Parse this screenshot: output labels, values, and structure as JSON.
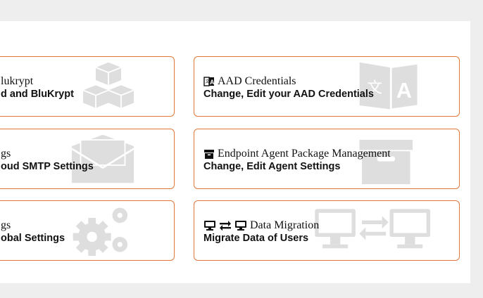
{
  "cards": [
    {
      "title": "lukrypt",
      "subtitle": "d and BluKrypt",
      "bg_icon": "cubes-icon"
    },
    {
      "title": "AAD Credentials",
      "subtitle": "Change, Edit your AAD Credentials",
      "title_icon": "language-icon",
      "bg_icon": "language-icon"
    },
    {
      "title": "gs",
      "subtitle": "oud SMTP Settings",
      "bg_icon": "envelope-open-icon"
    },
    {
      "title": "Endpoint Agent Package Management",
      "subtitle": "Change, Edit Agent Settings",
      "title_icon": "archive-icon",
      "bg_icon": "archive-icon"
    },
    {
      "title": "gs",
      "subtitle": "obal Settings",
      "bg_icon": "cogs-icon"
    },
    {
      "title": "Data Migration",
      "subtitle": "Migrate Data of Users",
      "title_icons": [
        "desktop-icon",
        "exchange-icon",
        "desktop-icon"
      ],
      "bg_icon": "desktop-exchange-desktop-icon"
    }
  ],
  "colors": {
    "card_border": "#e0783a",
    "bg_icon": "#dedede",
    "page_bg": "#eeeeee",
    "panel_bg": "#ffffff"
  }
}
